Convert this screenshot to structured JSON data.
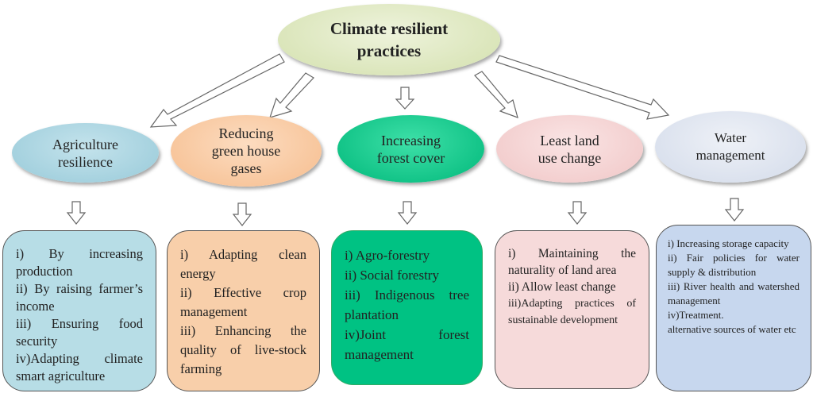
{
  "root": {
    "line1": "Climate resilient",
    "line2": "practices",
    "color": "#d9e4b8"
  },
  "categories": [
    {
      "line1": "Agriculture",
      "line2": "resilience",
      "line3": "",
      "color": "#a8d4e0",
      "box_color": "#b7dde6",
      "items": [
        "i) By increasing production",
        "ii) By raising farmer’s income",
        "iii) Ensuring food security",
        "iv)Adapting climate smart agriculture"
      ]
    },
    {
      "line1": "Reducing",
      "line2": "green house",
      "line3": "gases",
      "color": "#f9c9a0",
      "box_color": "#f8cfaa",
      "items": [
        "i) Adapting clean energy",
        "ii) Effective crop management",
        "iii) Enhancing the quality of live-stock farming"
      ]
    },
    {
      "line1": "Increasing",
      "line2": "forest cover",
      "line3": "",
      "color": "#00c98a",
      "box_color": "#00c283",
      "items": [
        "i) Agro-forestry",
        "ii) Social forestry",
        "iii) Indigenous tree plantation",
        "iv)Joint forest management"
      ]
    },
    {
      "line1": "Least land",
      "line2": "use change",
      "line3": "",
      "color": "#f5d3d3",
      "box_color": "#f6dada",
      "items": [
        "i) Maintaining the naturality of land area",
        "ii) Allow least change",
        "iii)Adapting practices of sustainable development"
      ]
    },
    {
      "line1": "Water",
      "line2": "management",
      "line3": "",
      "color": "#e0e6f1",
      "box_color": "#c7d7ee",
      "items": [
        "i) Increasing storage capacity",
        "ii) Fair policies for water supply & distribution",
        "iii) River health and watershed management",
        "iv)Treatment.",
        "alternative sources of water etc"
      ]
    }
  ]
}
